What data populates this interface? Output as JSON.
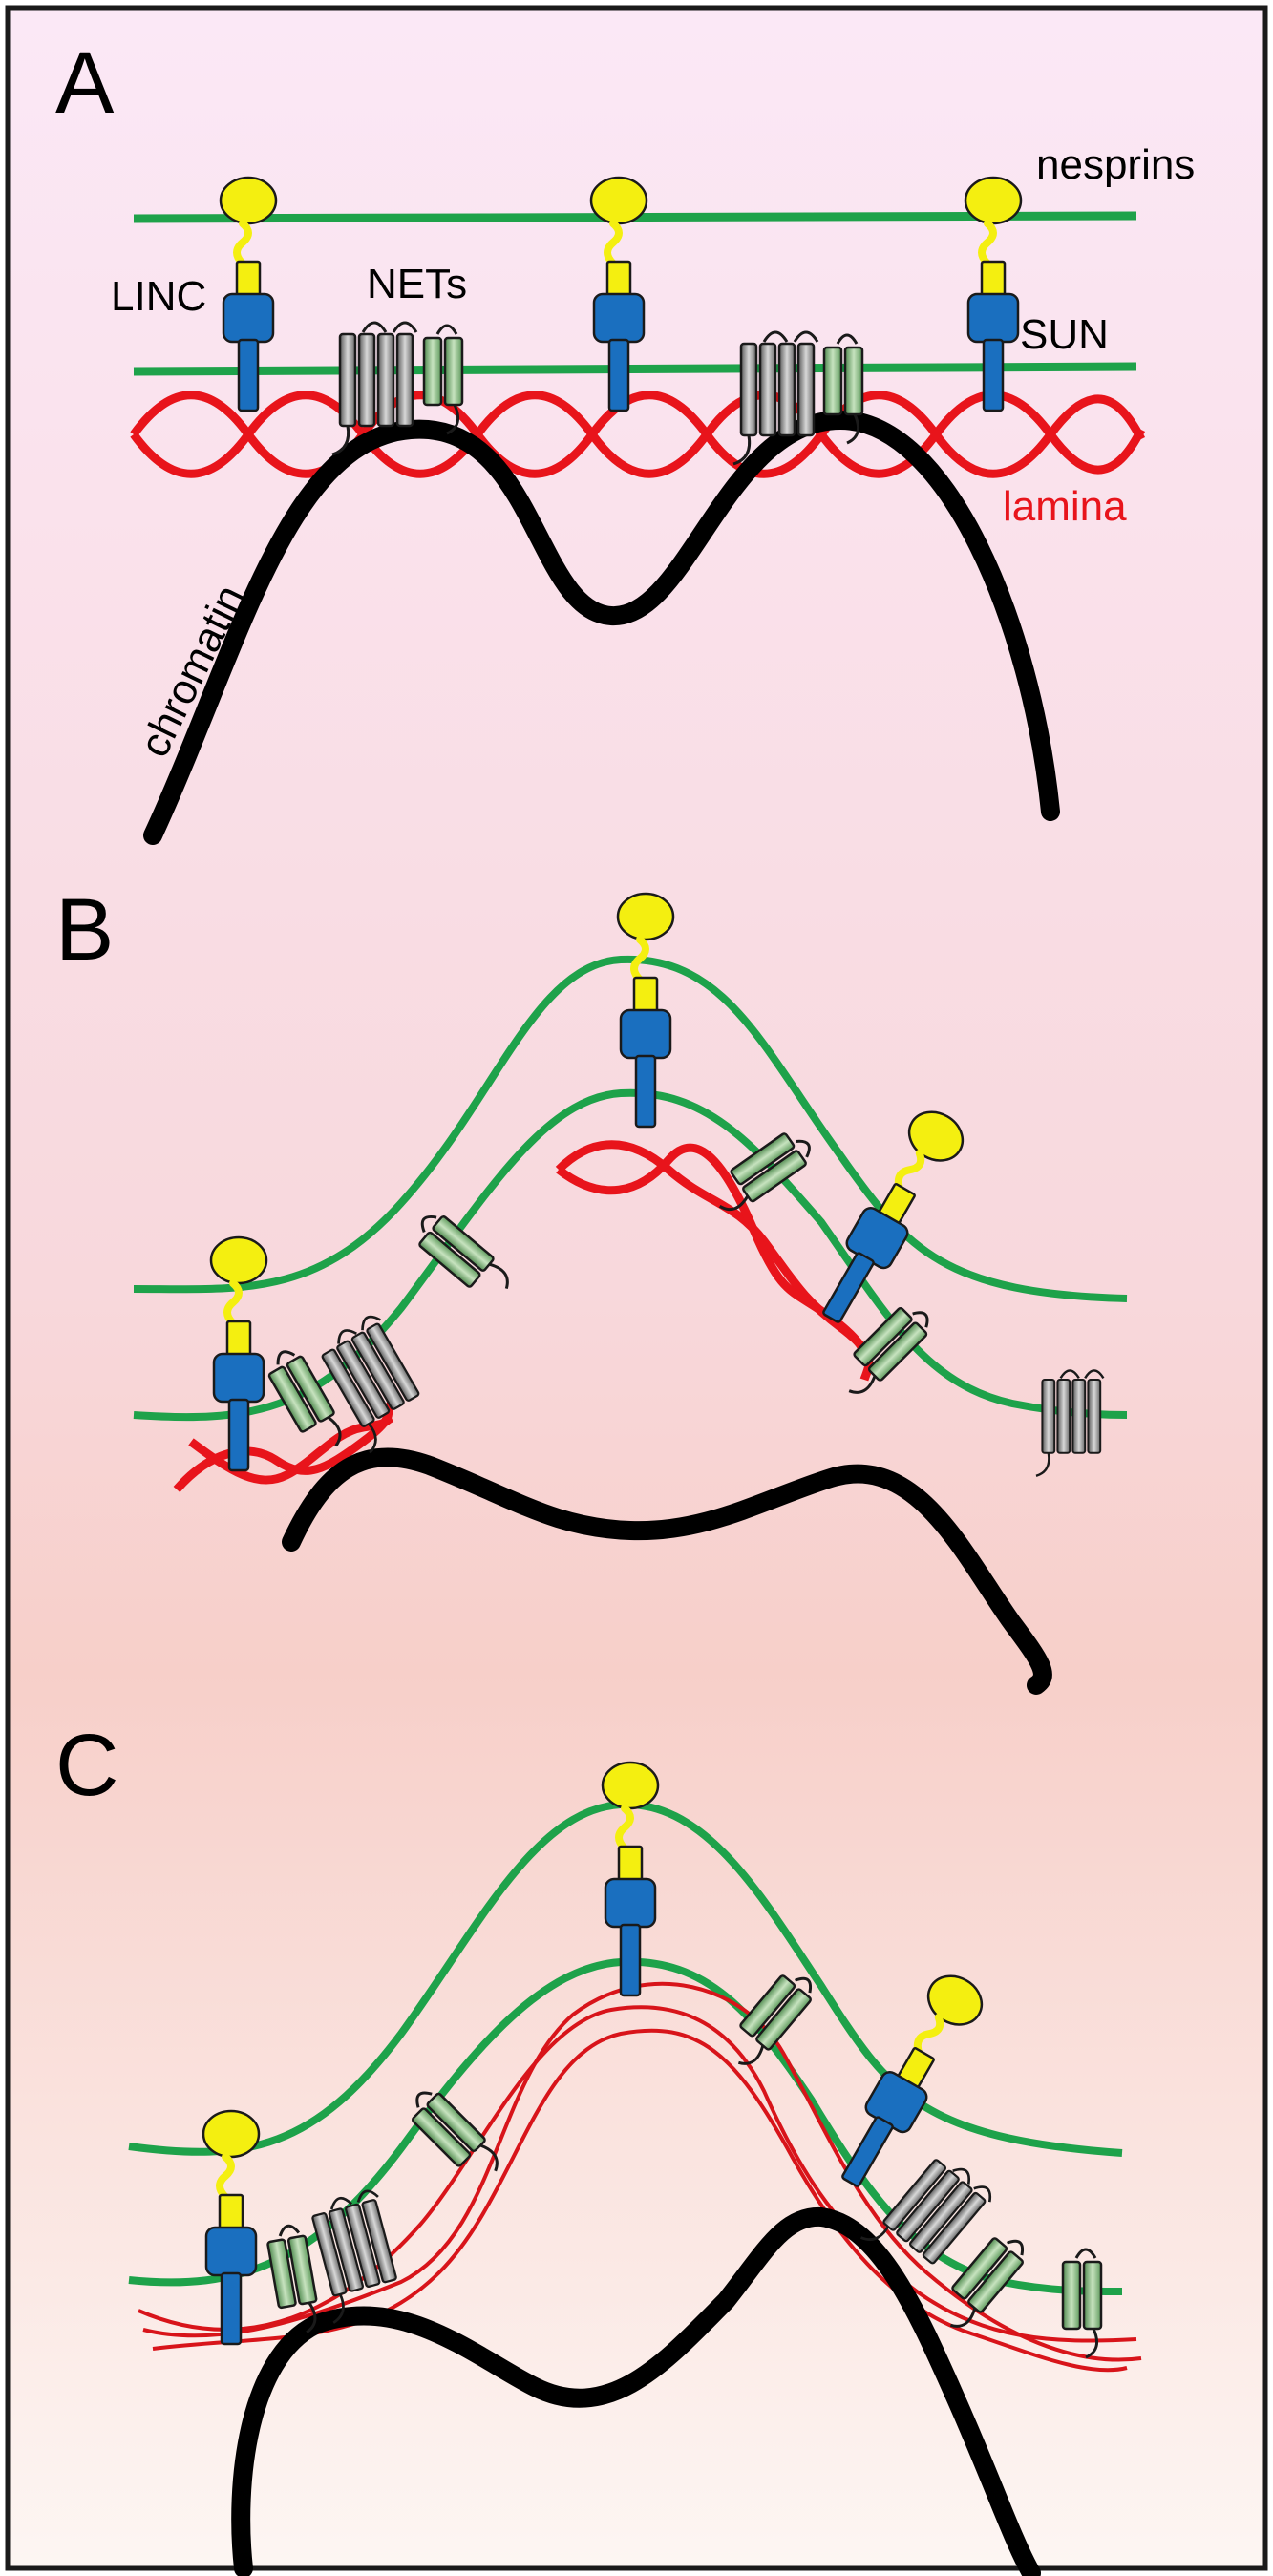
{
  "panels": {
    "a": {
      "letter": "A"
    },
    "b": {
      "letter": "B"
    },
    "c": {
      "letter": "C"
    }
  },
  "labels": {
    "nesprins": "nesprins",
    "linc": "LINC",
    "nets": "NETs",
    "sun": "SUN",
    "lamina": "lamina",
    "chromatin": "chromatin"
  },
  "colors": {
    "membrane": "#1ea24a",
    "lamina": "#e8141b",
    "chromatin": "#000000",
    "sun_protein": "#1a6fbf",
    "nesprin_head": "#f4ef10",
    "net_gray": "#8a8a8a",
    "net_green": "#7fb27a",
    "background_top": "#fbe8f7",
    "background_bottom": "#fdf5f2"
  }
}
